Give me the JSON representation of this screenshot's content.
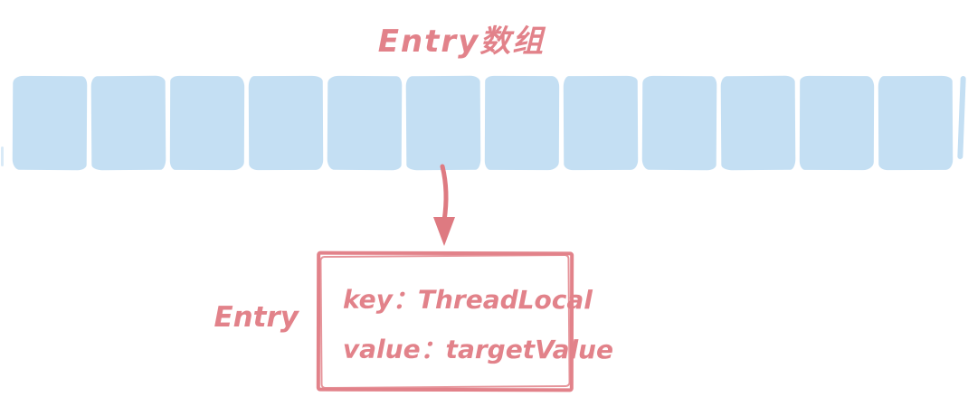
{
  "title": "Entry数组",
  "array": {
    "cell_count": 12,
    "has_partial_cell_right": true,
    "pointed_cell_index": 6
  },
  "entry": {
    "label": "Entry",
    "key_line": "key：ThreadLocal",
    "value_line": "value：targetValue"
  },
  "colors": {
    "background": "#ffffff",
    "cell_blue": "#c4dff3",
    "accent_red": "#e2828a",
    "arrow_red": "#de7a81"
  }
}
